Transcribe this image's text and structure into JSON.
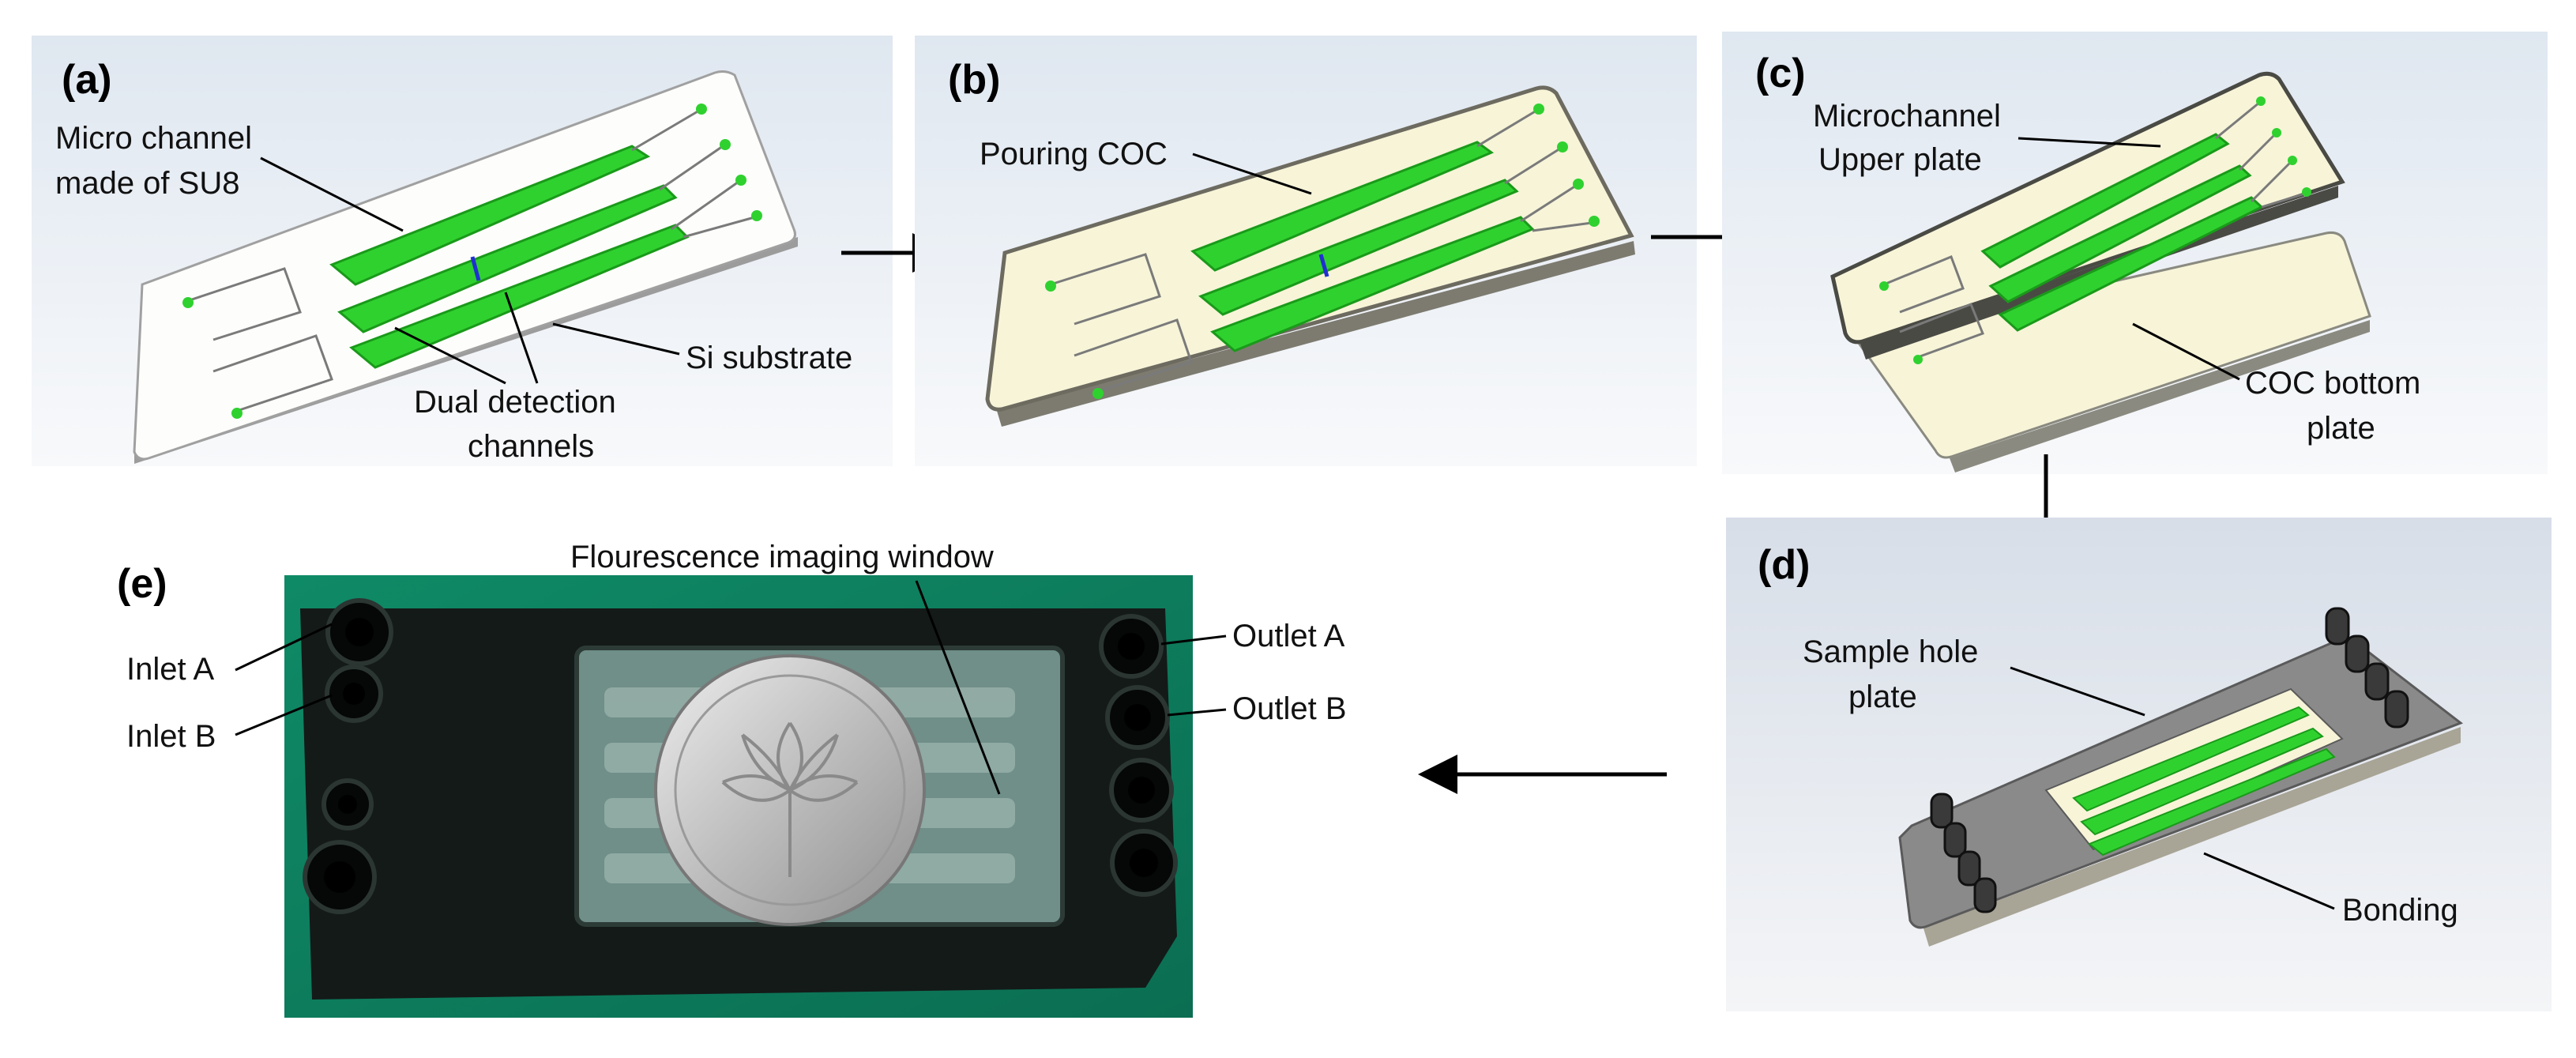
{
  "panels": {
    "a": {
      "tag": "(a)",
      "labels": {
        "micro_channel_1": "Micro channel",
        "micro_channel_2": "made of SU8",
        "si_substrate": "Si substrate",
        "dual_1": "Dual detection",
        "dual_2": "channels"
      }
    },
    "b": {
      "tag": "(b)",
      "labels": {
        "pouring": "Pouring COC"
      }
    },
    "c": {
      "tag": "(c)",
      "labels": {
        "microchannel": "Microchannel",
        "upper_plate": "Upper plate",
        "coc_bottom": "COC bottom",
        "plate": "plate"
      }
    },
    "d": {
      "tag": "(d)",
      "labels": {
        "sample_hole": "Sample hole",
        "plate": "plate",
        "bonding": "Bonding"
      }
    },
    "e": {
      "tag": "(e)",
      "labels": {
        "window": "Flourescence imaging window",
        "inlet_a": "Inlet A",
        "inlet_b": "Inlet B",
        "outlet_a": "Outlet A",
        "outlet_b": "Outlet B"
      }
    }
  },
  "colors": {
    "channel_green": "#2fd12f",
    "channel_dark": "#1a9a1a",
    "substrate_white": "#fdfdfb",
    "coc_cream": "#f7f4d8",
    "plate_gray": "#8a8a8a",
    "photo_bg": "#0d7d5e",
    "chip_black": "#141a18",
    "coin": "#c8c8c8"
  }
}
